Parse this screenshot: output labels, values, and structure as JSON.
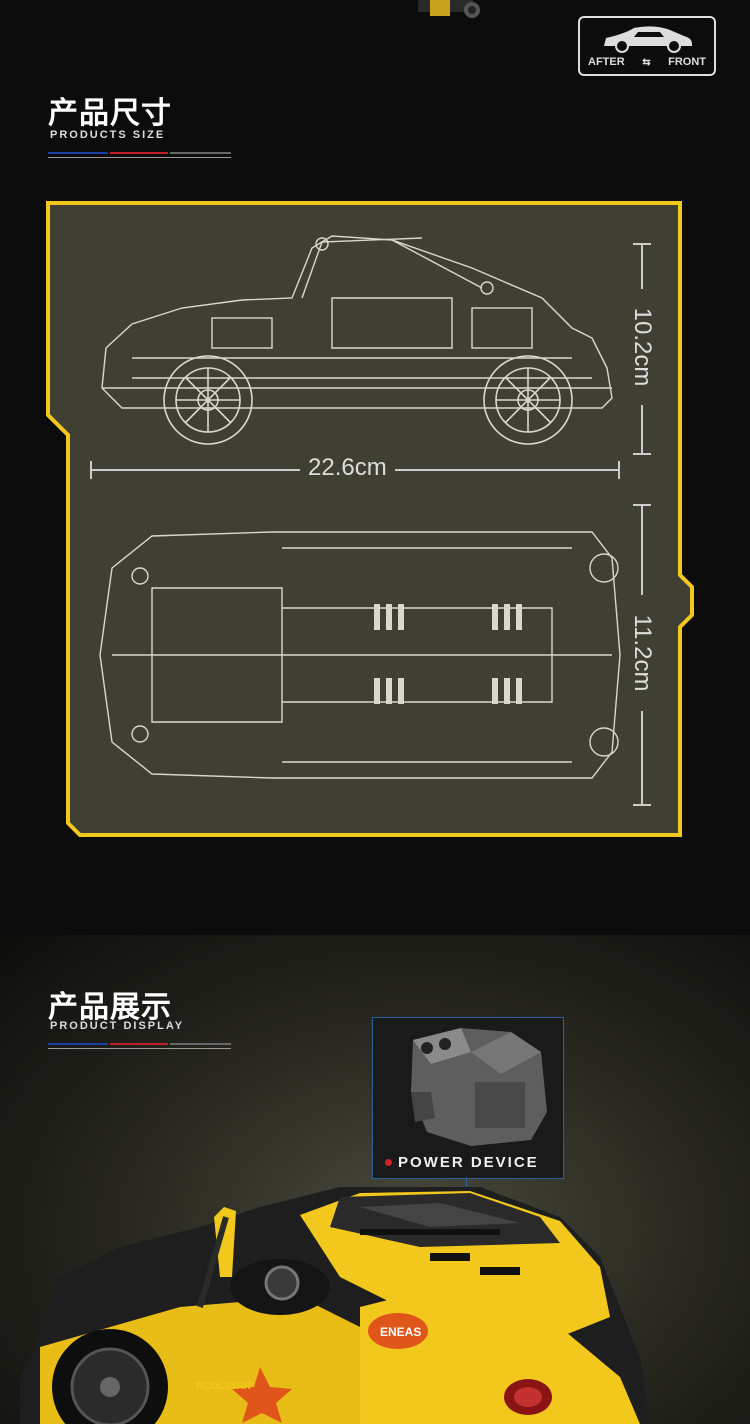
{
  "badge": {
    "after_label": "AFTER",
    "front_label": "FRONT"
  },
  "size_section": {
    "title_cn": "产品尺寸",
    "title_en": "PRODUCTS SIZE",
    "length": "22.6cm",
    "height": "10.2cm",
    "width": "11.2cm"
  },
  "display_section": {
    "title_cn": "产品展示",
    "title_en": "PRODUCT DISPLAY",
    "power_label": "POWER DEVICE",
    "car_decal": "ENEAS",
    "car_decal2": "RCOLSTAR"
  },
  "colors": {
    "accent_yellow": "#f2c81c",
    "panel_olive": "#3f3f33",
    "rule_blue": "#1c3fa8",
    "rule_red": "#c0202a"
  }
}
